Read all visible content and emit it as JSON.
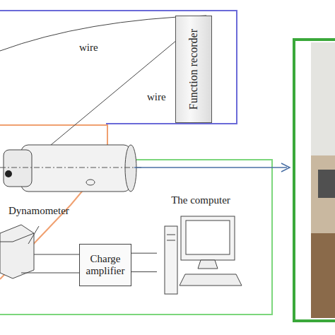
{
  "diagram": {
    "nodes": [
      {
        "text": [
          "Function recorder"
        ]
      },
      {
        "text": [
          "Charge amplifier"
        ]
      },
      {
        "text": [
          "The computer"
        ]
      }
    ],
    "edges": [
      {
        "from": 1,
        "to": 2,
        "arrow": "none"
      },
      {
        "from": 1,
        "to": 2,
        "arrow": "none"
      }
    ],
    "labels": [
      "wire",
      "wire",
      "Dynamometer"
    ]
  }
}
